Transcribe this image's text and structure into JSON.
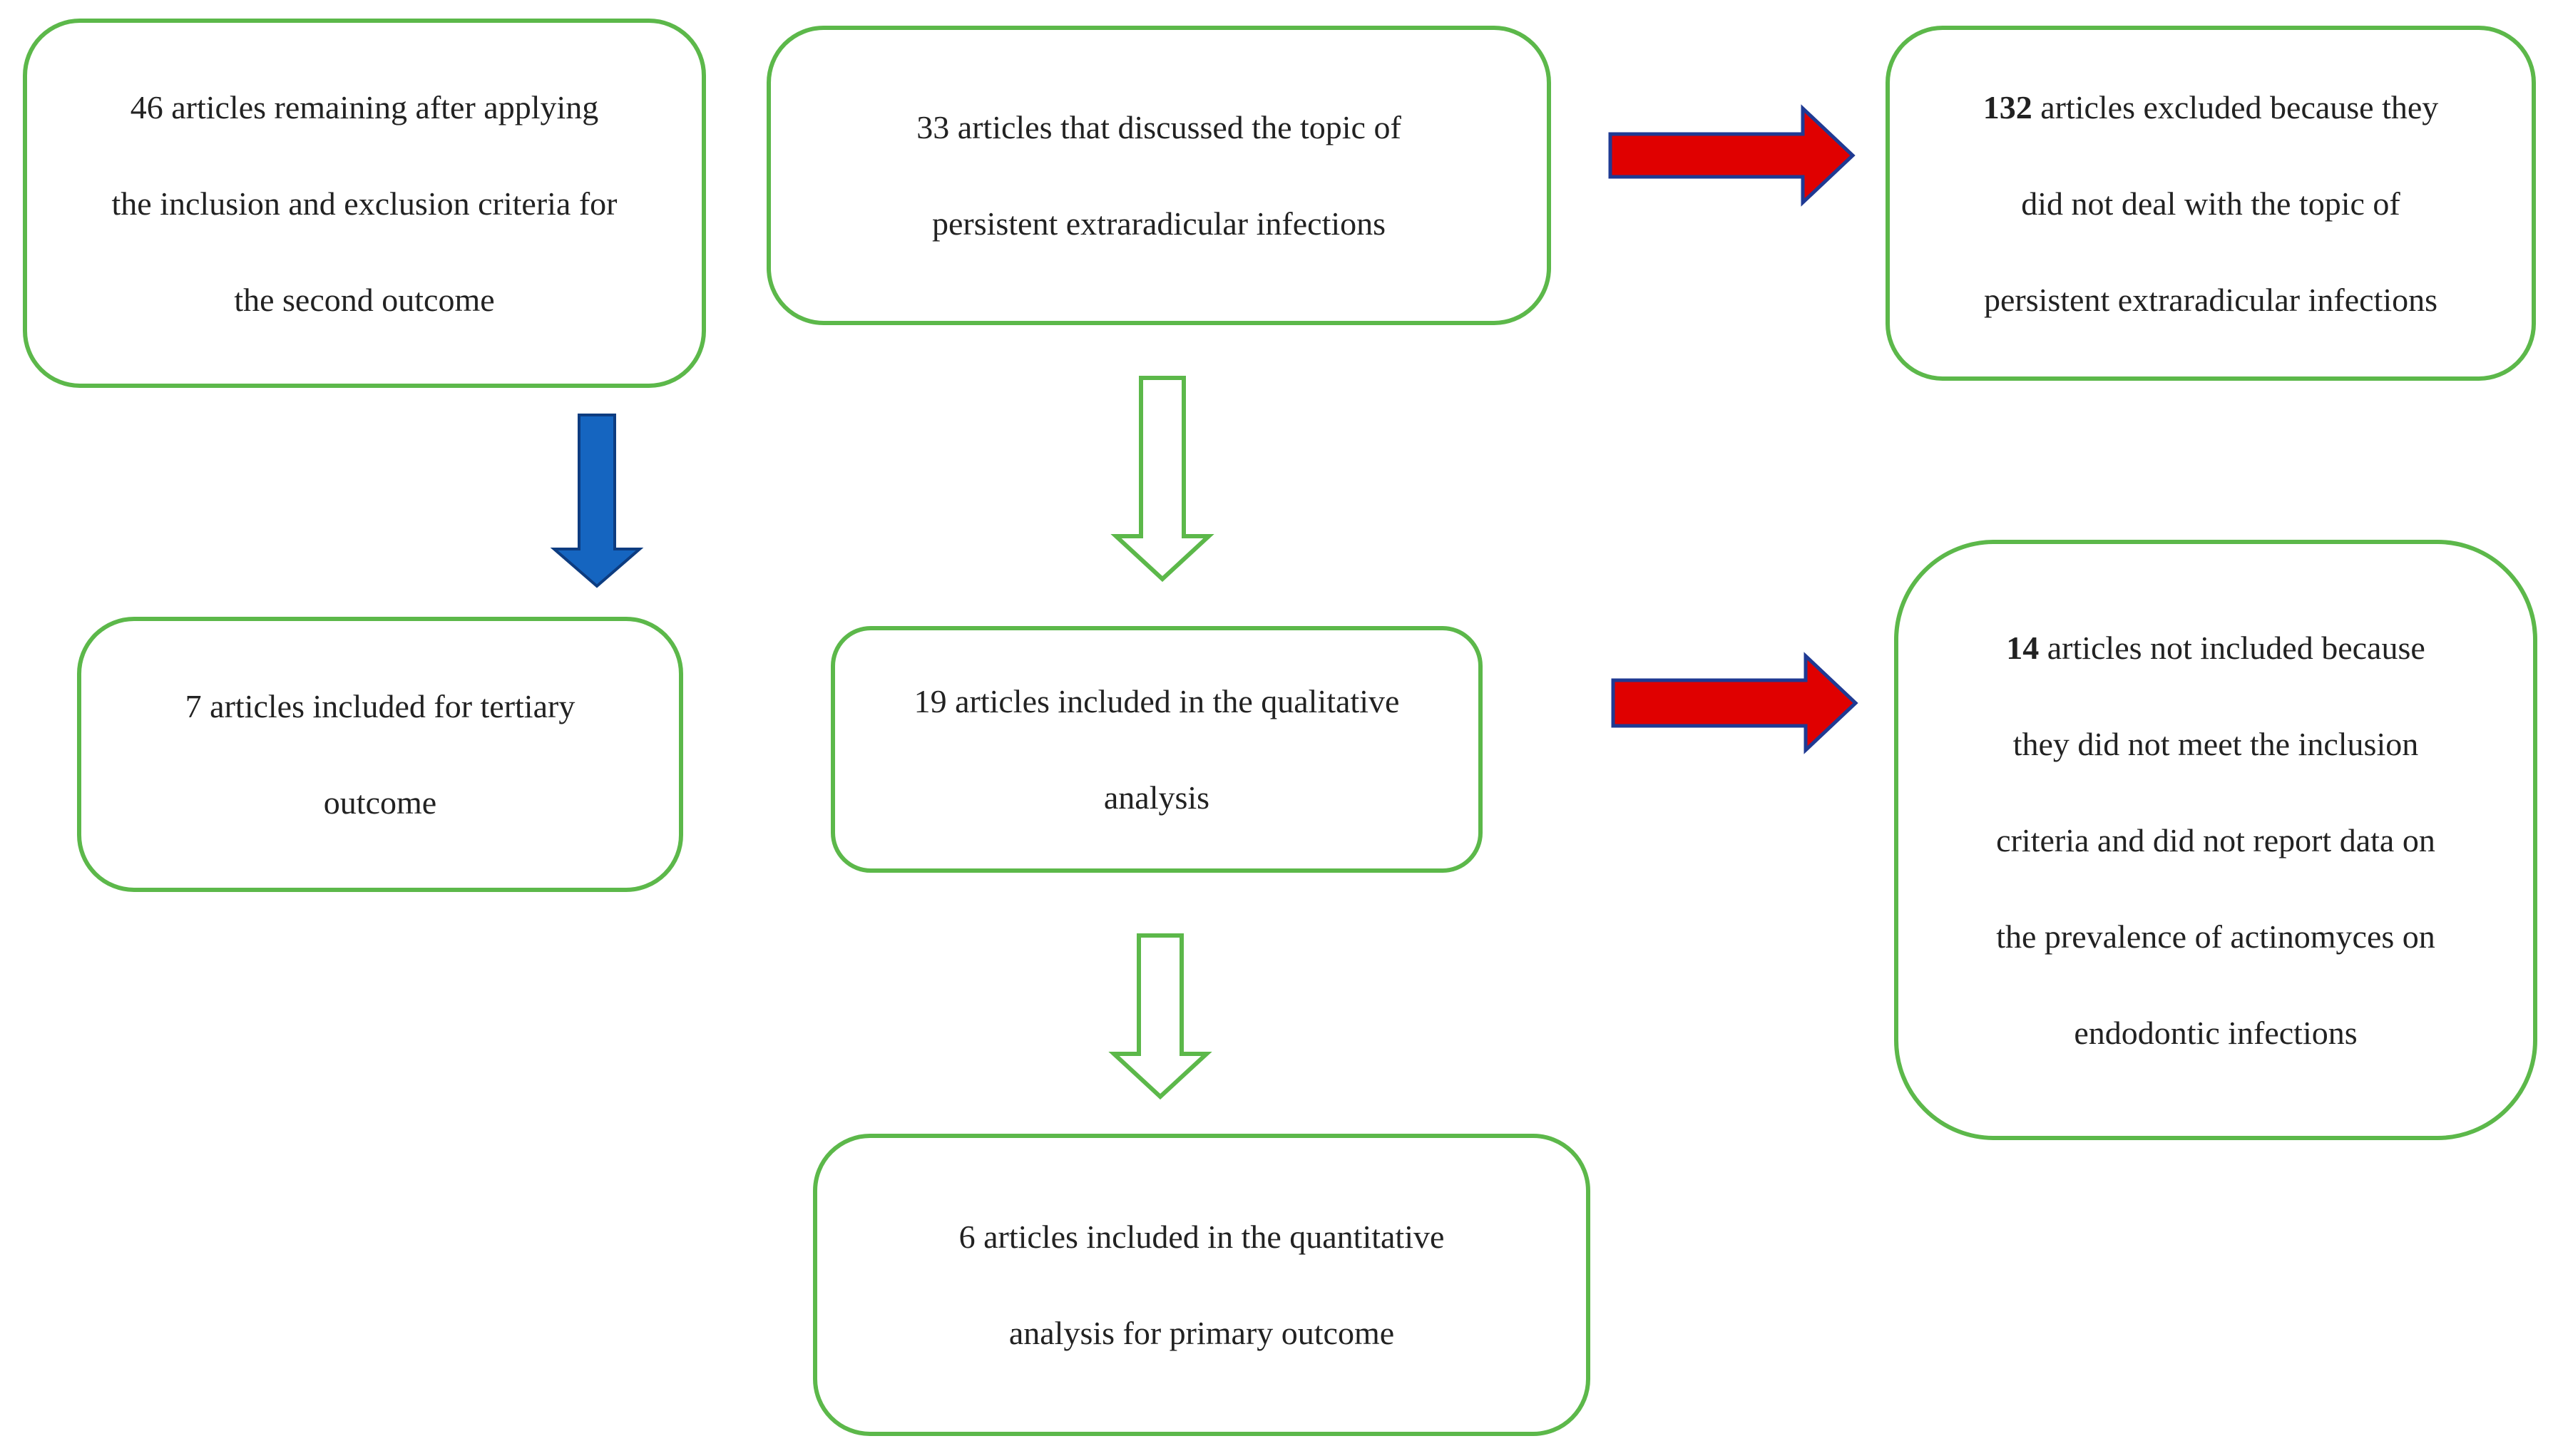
{
  "colors": {
    "box_border": "#5cb84a",
    "arrow_down_blue": "#1565c0",
    "arrow_right_red": "#e00000",
    "arrow_right_red_outline": "#1f3a93",
    "arrow_hollow_green": "#5cb84a"
  },
  "nodes": {
    "second_outcome": {
      "lines": [
        "46 articles remaining after applying",
        "the inclusion and exclusion criteria for",
        "the second outcome"
      ]
    },
    "topic": {
      "lines": [
        "33 articles that discussed the topic of",
        "persistent extraradicular infections"
      ]
    },
    "excluded_topic": {
      "count": "132",
      "lines": [
        " articles excluded because they",
        "did not deal with the topic of",
        "persistent extraradicular infections"
      ]
    },
    "tertiary": {
      "lines": [
        "7 articles included for tertiary",
        "outcome"
      ]
    },
    "qualitative": {
      "lines": [
        "19 articles included in the qualitative",
        "analysis"
      ]
    },
    "not_included": {
      "count": "14",
      "lines": [
        " articles not included because",
        "they did not meet the inclusion",
        "criteria and did not report data on",
        "the prevalence of actinomyces on",
        "endodontic infections"
      ]
    },
    "quantitative": {
      "lines": [
        "6 articles included in the quantitative",
        "analysis for primary outcome"
      ]
    }
  },
  "edges": [
    {
      "from": "second_outcome",
      "to": "tertiary",
      "style": "solid-blue"
    },
    {
      "from": "topic",
      "to": "qualitative",
      "style": "hollow-green"
    },
    {
      "from": "qualitative",
      "to": "quantitative",
      "style": "hollow-green"
    },
    {
      "from": "topic",
      "to": "excluded_topic",
      "style": "solid-red"
    },
    {
      "from": "qualitative",
      "to": "not_included",
      "style": "solid-red"
    }
  ]
}
